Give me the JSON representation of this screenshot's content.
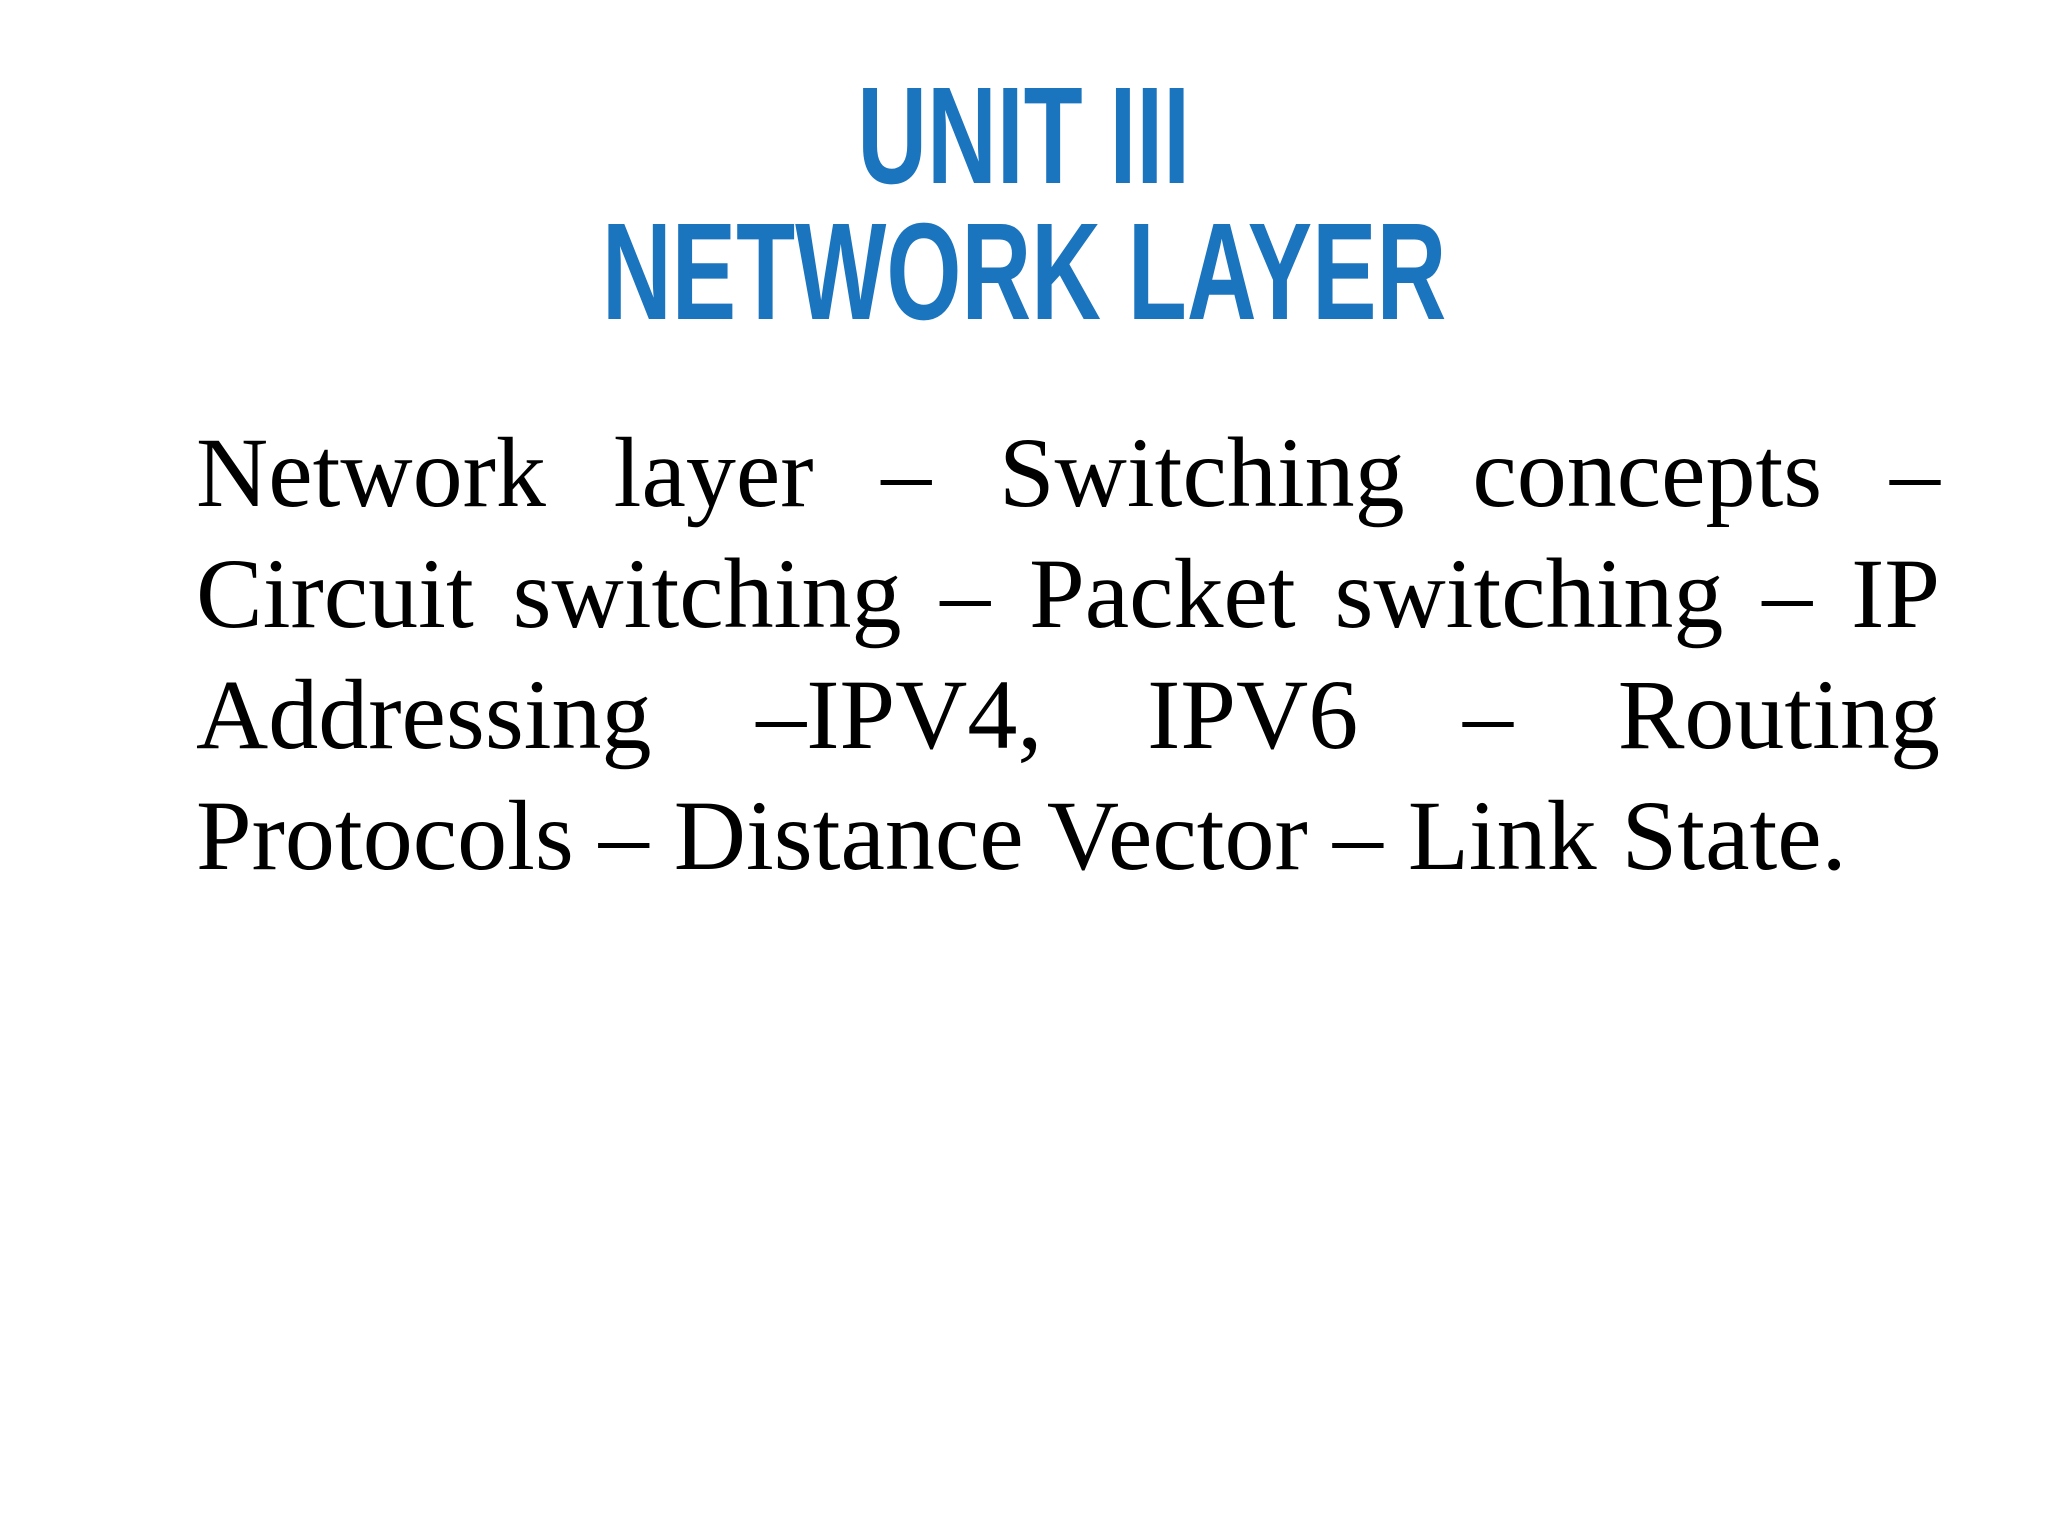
{
  "slide": {
    "background_color": "#FFFFFF",
    "title": {
      "line1": "UNIT III",
      "line2": "NETWORK LAYER",
      "color": "#1B74BE"
    },
    "body": {
      "color": "#000000",
      "full_text": "Network layer – Switching concepts – Circuit switching – Packet switching – IP Addressing –IPV4, IPV6 – Routing Protocols – Distance Vector – Link State.",
      "lines": [
        "Network layer – Switching concepts –",
        "Circuit switching – Packet switching – IP",
        "Addressing –IPV4, IPV6 – Routing",
        "Protocols – Distance Vector – Link State."
      ]
    }
  }
}
